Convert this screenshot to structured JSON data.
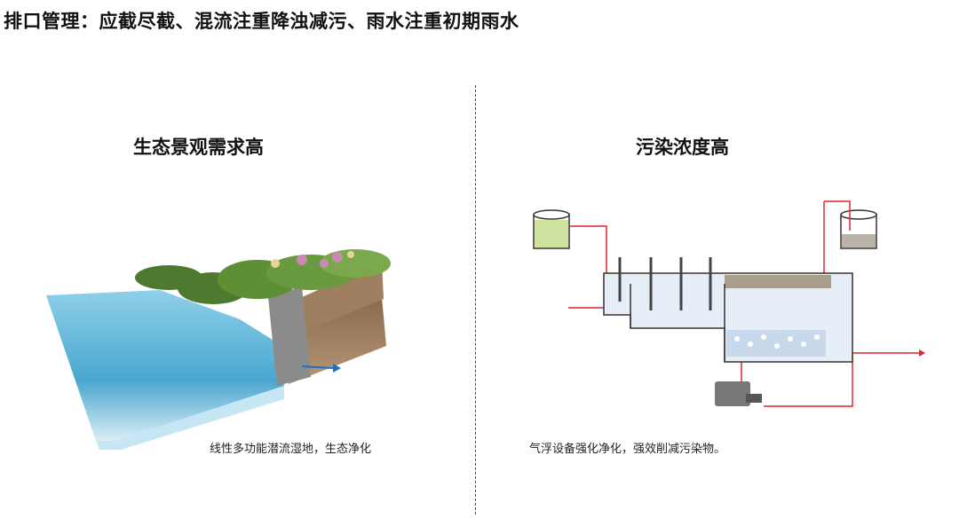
{
  "title": "排口管理：应截尽截、混流注重降浊减污、雨水注重初期雨水",
  "left_panel": {
    "heading": "生态景观需求高",
    "caption": "线性多功能潜流湿地，生态净化"
  },
  "right_panel": {
    "heading": "污染浓度高",
    "caption": "气浮设备强化净化，强效削减污染物。"
  },
  "colors": {
    "water": "#5fb8d9",
    "pipe": "#d9272e",
    "vessel_fill": "#e6eef7",
    "tank_green": "#cfe3a0"
  }
}
